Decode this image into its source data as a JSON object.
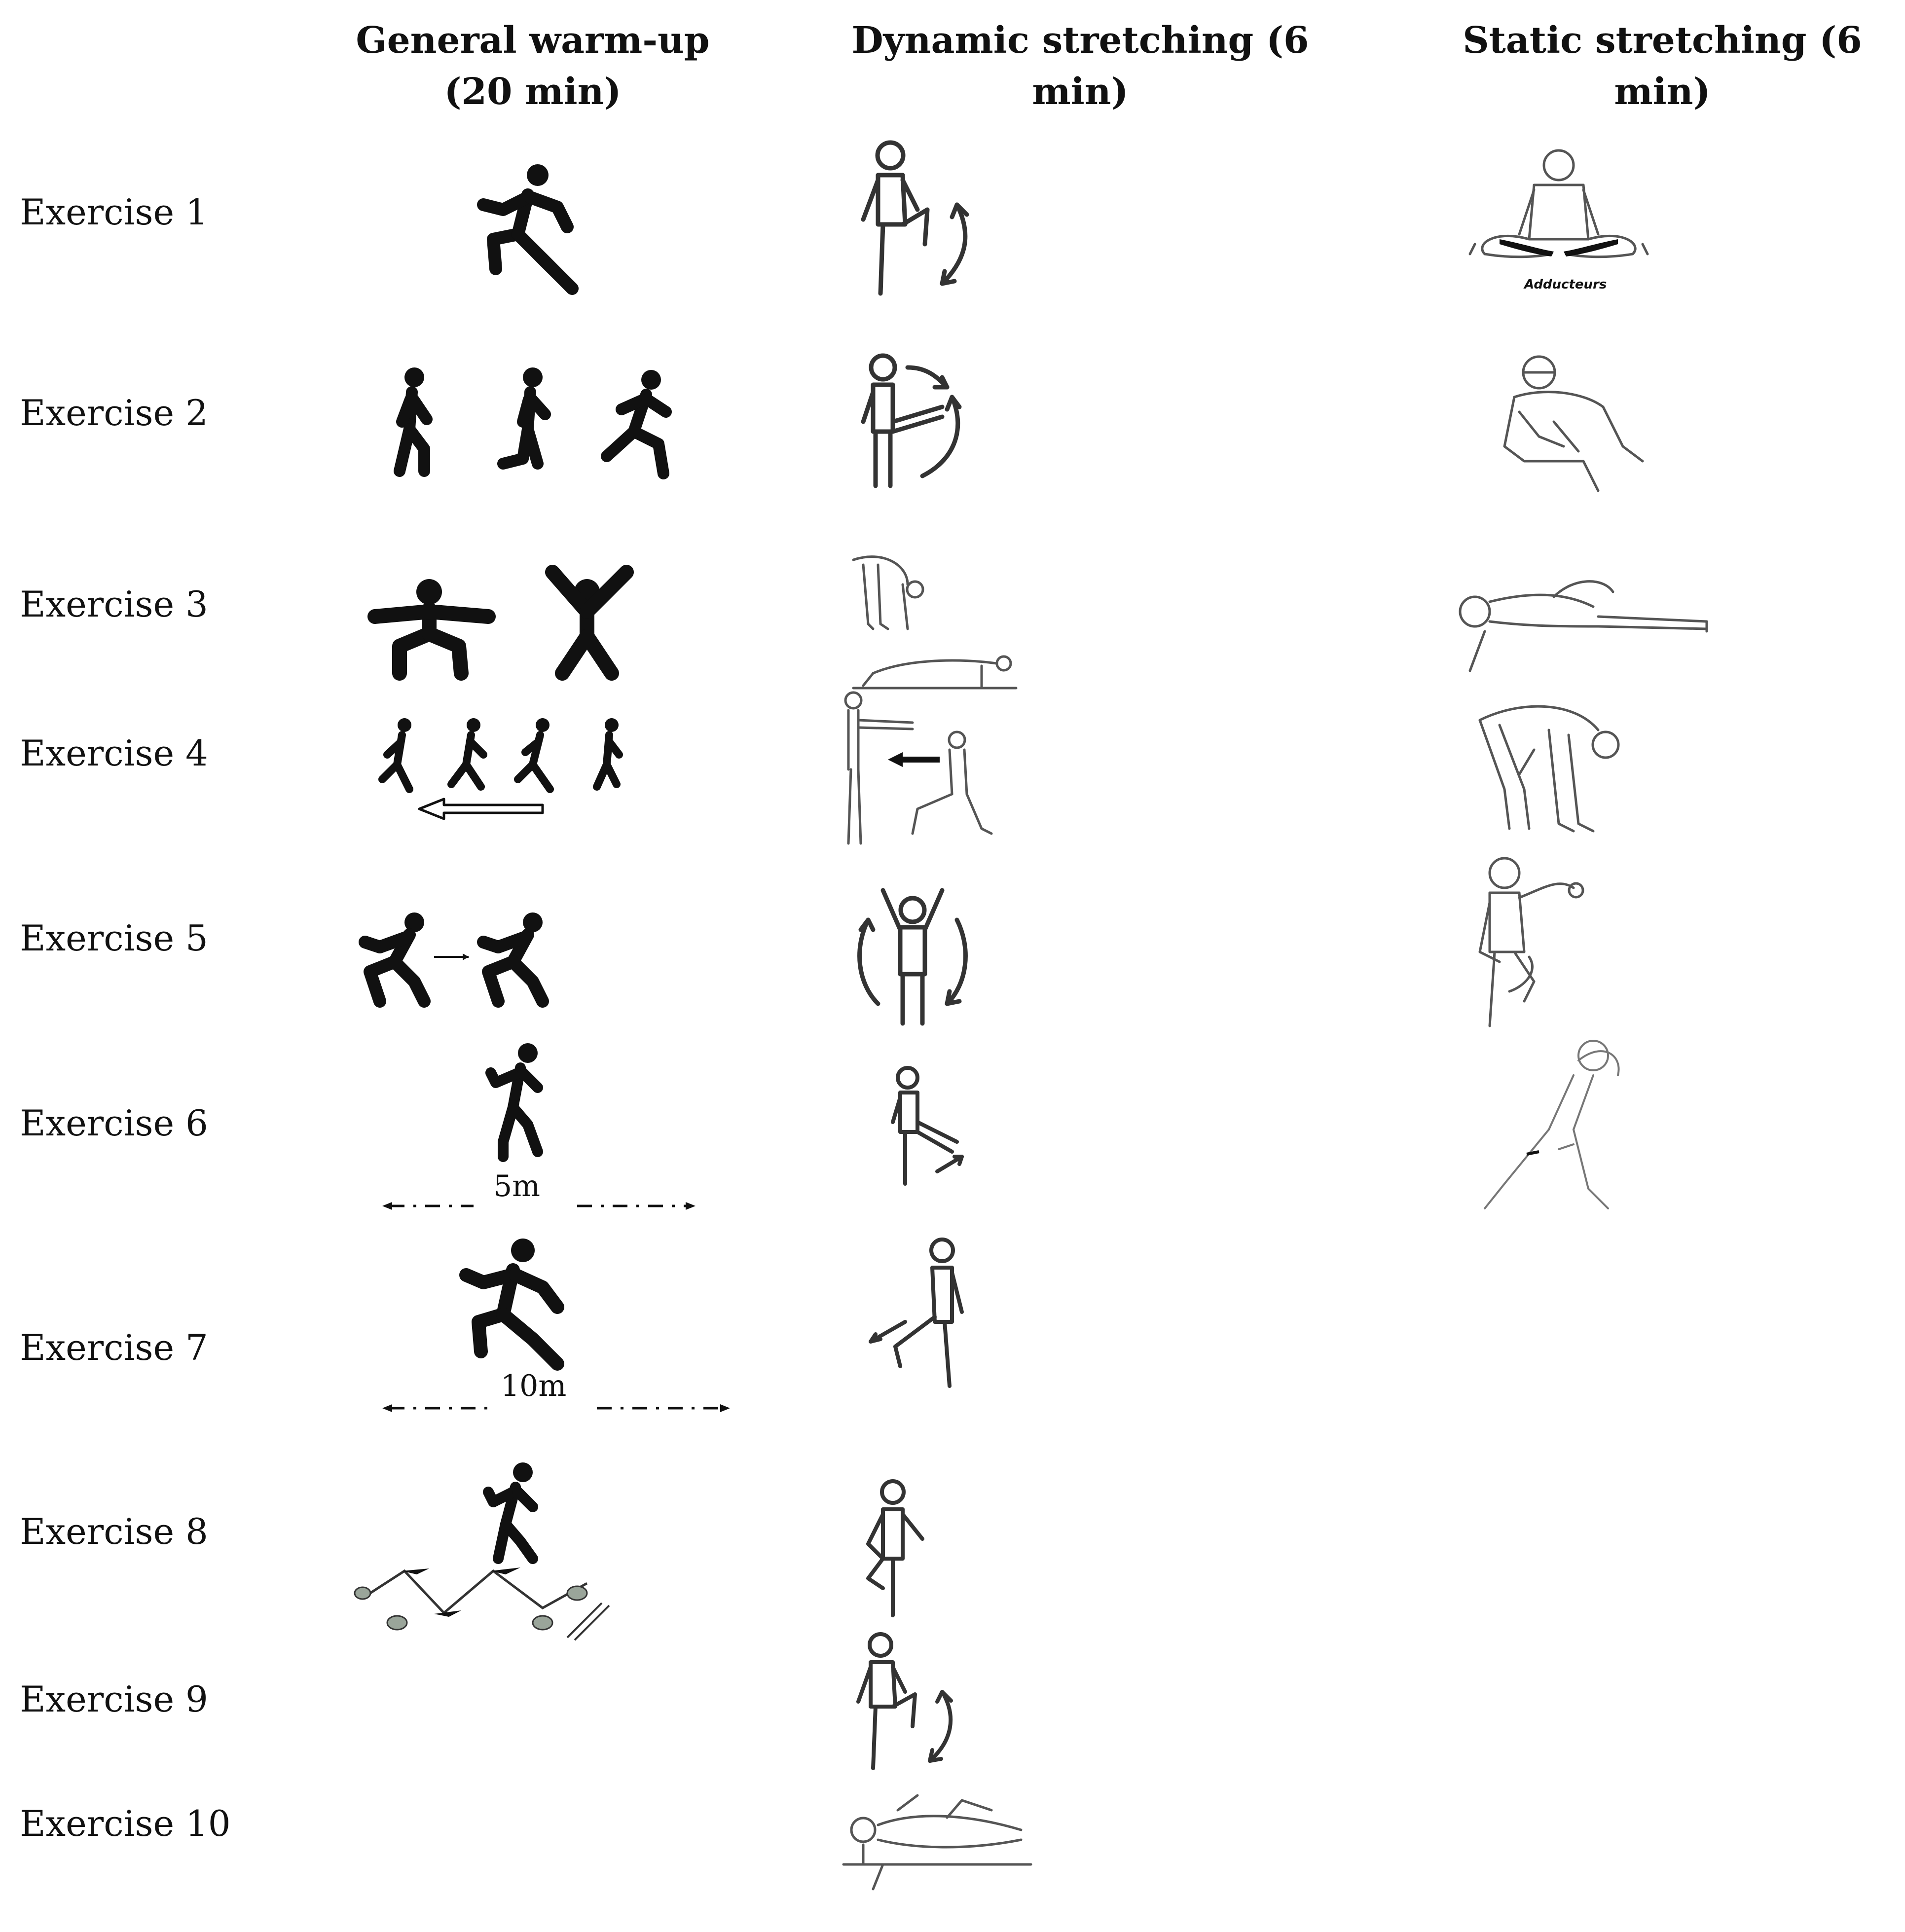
{
  "columns": [
    {
      "line1": "General warm-up",
      "line2": "(20 min)"
    },
    {
      "line1": "Dynamic stretching (6 min)",
      "line2": ""
    },
    {
      "line1": "Static stretching (6 min)",
      "line2": ""
    }
  ],
  "rows": [
    "Exercise 1",
    "Exercise 2",
    "Exercise 3",
    "Exercise 4",
    "Exercise 5",
    "Exercise 6",
    "Exercise 7",
    "Exercise 8",
    "Exercise 9",
    "Exercise 10"
  ],
  "distances": {
    "ex6": "5m",
    "ex7": "10m"
  },
  "labels": {
    "adductors": "Adducteurs"
  },
  "colors": {
    "silhouette": "#111111",
    "outline": "#333333",
    "sketch": "#555555"
  }
}
